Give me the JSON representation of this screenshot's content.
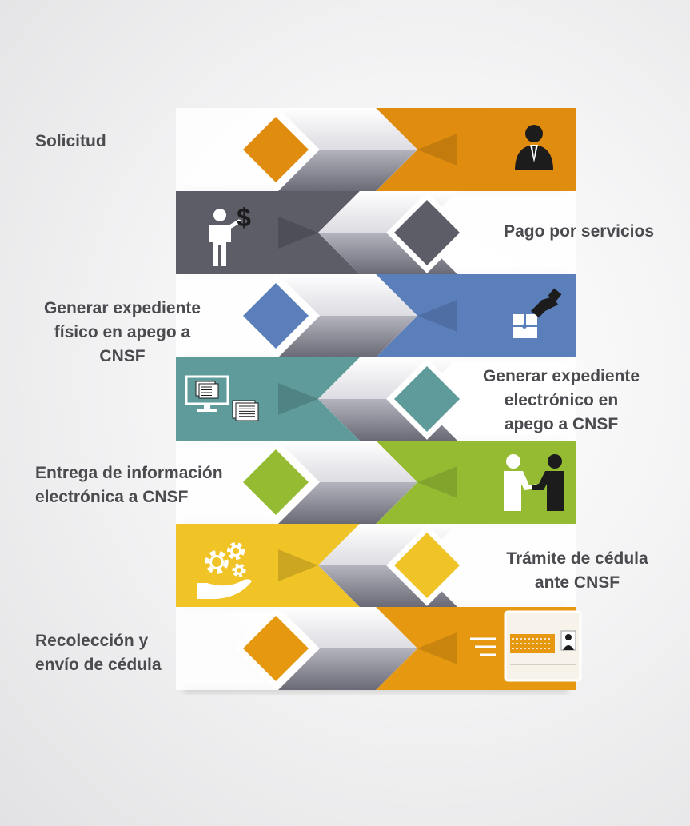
{
  "steps": [
    {
      "label": "Solicitud",
      "color": "#e08c0f",
      "side": "left",
      "icon": "businessman-icon"
    },
    {
      "label": "Pago por servicios",
      "color": "#5c5d66",
      "side": "right",
      "icon": "man-with-dollar-icon"
    },
    {
      "label": "Generar expediente\nfísico en apego a\nCNSF",
      "color": "#5b7fbb",
      "side": "left",
      "icon": "hand-puzzle-icon"
    },
    {
      "label": "Generar expediente\nelectrónico en\napego a CNSF",
      "color": "#5e9b9a",
      "side": "right",
      "icon": "computer-documents-icon"
    },
    {
      "label": "Entrega de información\nelectrónica a CNSF",
      "color": "#95bb33",
      "side": "left",
      "icon": "handshake-icon"
    },
    {
      "label": "Trámite de cédula\nante CNSF",
      "color": "#f0c326",
      "side": "right",
      "icon": "hand-gears-icon"
    },
    {
      "label": "Recolección y\nenvío de cédula",
      "color": "#e59810",
      "side": "left",
      "icon": "id-card-icon"
    }
  ]
}
